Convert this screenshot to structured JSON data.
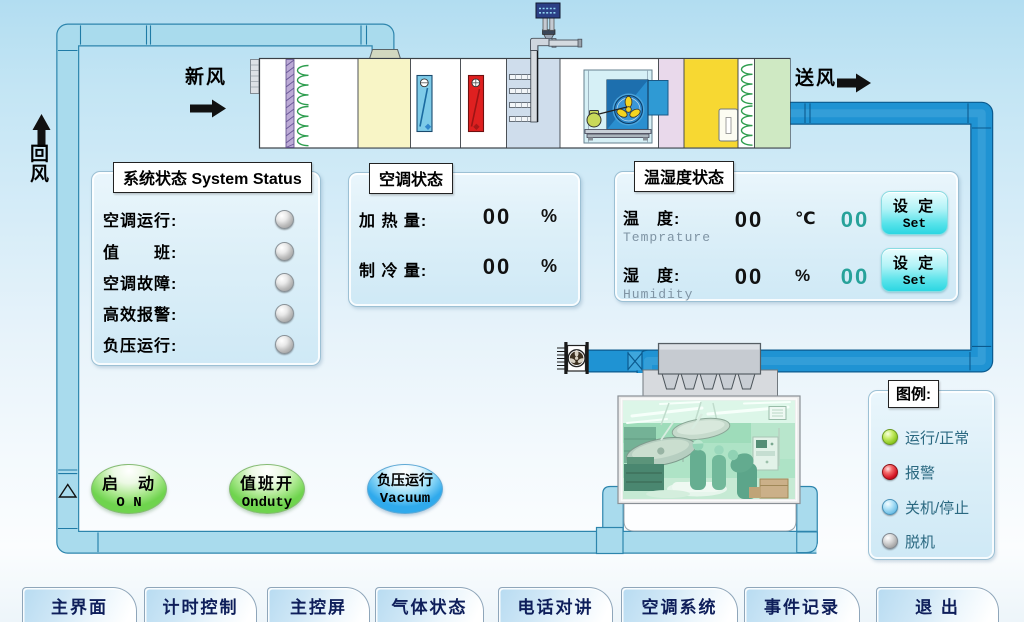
{
  "diagram": {
    "fresh_air_label": "新风",
    "supply_air_label": "送风",
    "return_air_label": "回风"
  },
  "panels": {
    "system_status": {
      "title": "系统状态 System Status",
      "rows": [
        {
          "label": "空调运行:",
          "led": "gray"
        },
        {
          "label": "值　　班:",
          "led": "gray"
        },
        {
          "label": "空调故障:",
          "led": "gray"
        },
        {
          "label": "高效报警:",
          "led": "gray"
        },
        {
          "label": "负压运行:",
          "led": "gray"
        }
      ]
    },
    "ac_status": {
      "title": "空调状态",
      "rows": [
        {
          "label": "加 热 量:",
          "value": "00",
          "unit": "%"
        },
        {
          "label": "制 冷 量:",
          "value": "00",
          "unit": "%"
        }
      ]
    },
    "temp_humidity": {
      "title": "温湿度状态",
      "rows": [
        {
          "label": "温　度:",
          "sublabel": "Temprature",
          "value": "00",
          "unit": "℃",
          "setpoint": "00",
          "set_line1": "设 定",
          "set_line2": "Set"
        },
        {
          "label": "湿　度:",
          "sublabel": "Humidity",
          "value": "00",
          "unit": "%",
          "setpoint": "00",
          "set_line1": "设 定",
          "set_line2": "Set"
        }
      ]
    },
    "legend": {
      "title": "图例:",
      "items": [
        {
          "label": "运行/正常",
          "color": "#8cc820"
        },
        {
          "label": "报警",
          "color": "#d41424"
        },
        {
          "label": "关机/停止",
          "color": "#72c2e8"
        },
        {
          "label": "脱机",
          "color": "#a8a8a8"
        }
      ]
    }
  },
  "buttons": {
    "start": {
      "line1": "启　动",
      "line2": "O N"
    },
    "onduty": {
      "line1": "值班开",
      "line2": "Onduty"
    },
    "vacuum": {
      "line1": "负压运行",
      "line2": "Vacuum"
    }
  },
  "nav": {
    "items": [
      {
        "label": "主界面"
      },
      {
        "label": "计时控制"
      },
      {
        "label": "主控屏"
      },
      {
        "label": "气体状态"
      },
      {
        "label": "电话对讲"
      },
      {
        "label": "空调系统"
      },
      {
        "label": "事件记录"
      },
      {
        "label": "退 出"
      }
    ]
  },
  "colors": {
    "return_duct": "#a9dbed",
    "supply_duct": "#1f93d3",
    "set_button_cyan": "#2cd6e2",
    "setpoint_text": "#27a29a",
    "nav_text": "#0e1e5a",
    "background_top": "#b2ddf1"
  }
}
